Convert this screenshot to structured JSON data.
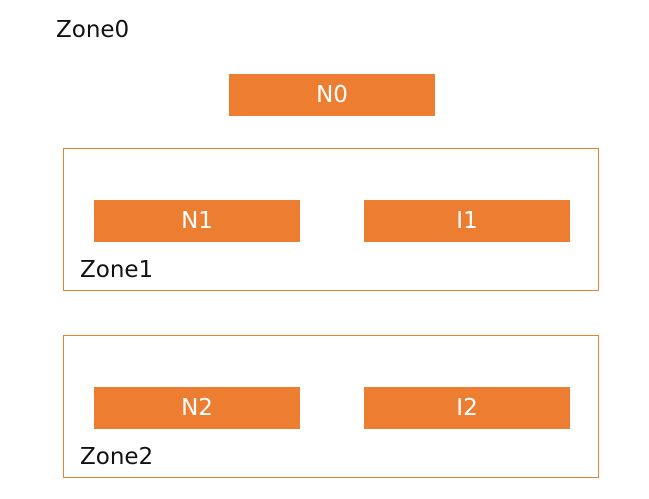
{
  "diagram": {
    "zone0": {
      "label": "Zone0",
      "nodes": [
        {
          "label": "N0"
        }
      ]
    },
    "zone1": {
      "label": "Zone1",
      "nodes": [
        {
          "label": "N1"
        },
        {
          "label": "I1"
        }
      ]
    },
    "zone2": {
      "label": "Zone2",
      "nodes": [
        {
          "label": "N2"
        },
        {
          "label": "I2"
        }
      ]
    },
    "colors": {
      "node_fill": "#ed7d31",
      "zone_border": "#e8832f",
      "node_text": "#ffffff",
      "label_text": "#111111"
    }
  }
}
